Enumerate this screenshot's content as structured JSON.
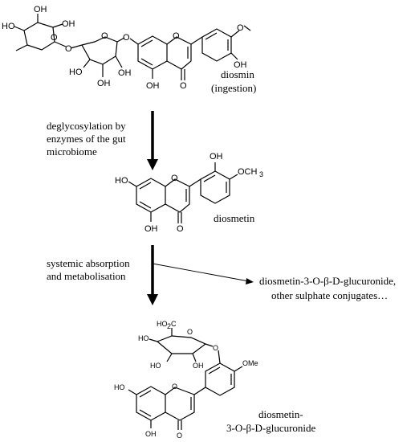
{
  "diosmin": {
    "name": "diosmin",
    "note": "(ingestion)",
    "atoms": {
      "oh_top": "OH",
      "ho_left": "HO",
      "oh_right": "OH",
      "o_rha_ring": "O",
      "o_link": "O",
      "o_glc_ring": "O",
      "o_gly": "O",
      "ho_glc": "HO",
      "oh_glc_mid": "OH",
      "oh_glc_low": "OH",
      "o_chromone": "O",
      "oh_5": "OH",
      "o_4": "O",
      "o_me": "O",
      "oh_3p": "OH"
    }
  },
  "step1": {
    "line1": "deglycosylation by",
    "line2": "enzymes of the gut",
    "line3": "microbiome"
  },
  "diosmetin": {
    "name": "diosmetin",
    "atoms": {
      "oh_3p": "OH",
      "och3": "OCH",
      "och3_sub": "3",
      "ho_7": "HO",
      "o_ring": "O",
      "oh_5": "OH",
      "o_4": "O"
    }
  },
  "step2": {
    "line1": "systemic absorption",
    "line2": "and metabolisation"
  },
  "side_product": {
    "line1": "diosmetin-3-O-β-D-glucuronide,",
    "line2": "other sulphate conjugates…"
  },
  "glucuronide": {
    "name_line1": "diosmetin-",
    "name_line2": "3-O-β-D-glucuronide",
    "atoms": {
      "ho2c": "HO",
      "ho2c_sub": "2",
      "ho2c_c": "C",
      "ho_a": "HO",
      "ho_b": "HO",
      "oh_c": "OH",
      "o_ring": "O",
      "o_gly": "O",
      "ome": "OMe",
      "ho_7": "HO",
      "o_chromone": "O",
      "oh_5": "OH",
      "o_4": "O"
    }
  }
}
